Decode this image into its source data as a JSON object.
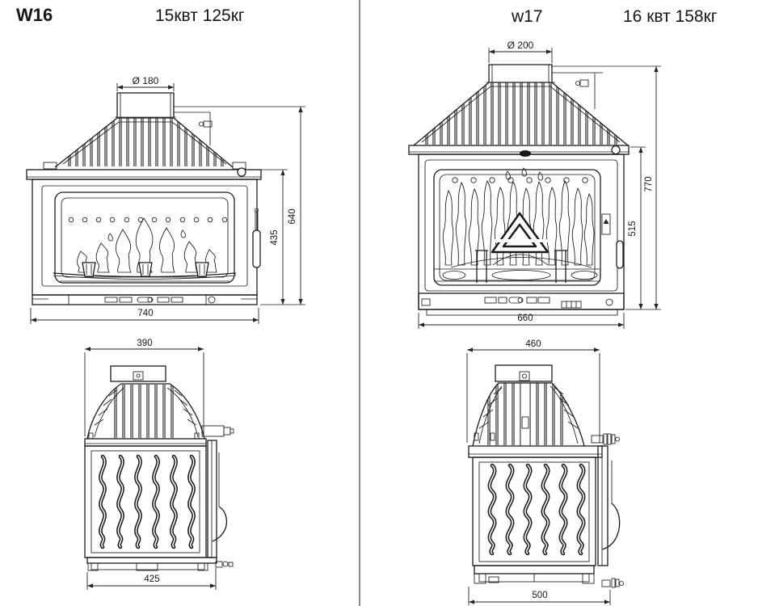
{
  "panels": {
    "w16": {
      "model": "W16",
      "spec": "15квт 125кг",
      "front": {
        "collar": "Ø 180",
        "width": "740",
        "door_height": "435",
        "height": "640"
      },
      "side": {
        "top_width": "390",
        "bottom_width": "425"
      }
    },
    "w17": {
      "model": "w17",
      "spec": "16 квт 158кг",
      "front": {
        "collar": "Ø 200",
        "width": "660",
        "door_height": "515",
        "height": "770"
      },
      "side": {
        "top_width": "460",
        "bottom_width": "500"
      }
    }
  }
}
